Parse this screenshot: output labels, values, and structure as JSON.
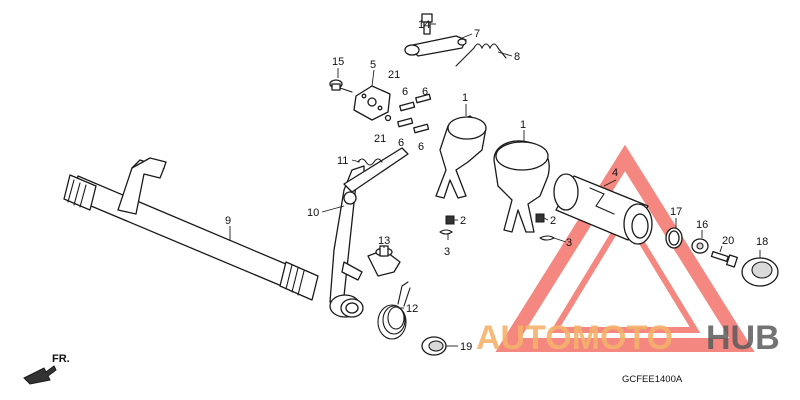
{
  "diagram": {
    "reference_code": "GCFEE1400A",
    "direction_label": "FR.",
    "callouts": {
      "c1a": "1",
      "c1b": "1",
      "c2a": "2",
      "c2b": "2",
      "c3a": "3",
      "c3b": "3",
      "c4": "4",
      "c5": "5",
      "c6a": "6",
      "c6b": "6",
      "c6c": "6",
      "c6d": "6",
      "c7": "7",
      "c8": "8",
      "c9": "9",
      "c10": "10",
      "c11": "11",
      "c12": "12",
      "c13": "13",
      "c14": "14",
      "c15": "15",
      "c16": "16",
      "c17": "17",
      "c18": "18",
      "c19": "19",
      "c20": "20",
      "c21a": "21",
      "c21b": "21"
    }
  },
  "watermark": {
    "text_primary": "AUTOMOTO",
    "text_secondary": "HUB",
    "colors": {
      "triangle": "#f05a50",
      "primary": "#f6b26b",
      "secondary": "#5b5b5b"
    }
  }
}
